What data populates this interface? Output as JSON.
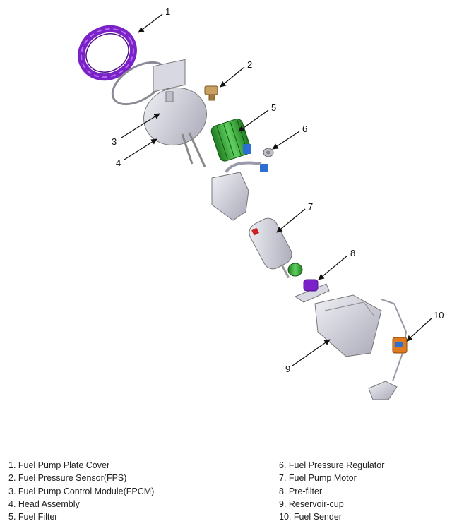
{
  "callouts": [
    "1",
    "2",
    "3",
    "4",
    "5",
    "6",
    "7",
    "8",
    "9",
    "10"
  ],
  "legend_left": [
    "1. Fuel Pump Plate Cover",
    "2. Fuel Pressure Sensor(FPS)",
    "3. Fuel Pump Control Module(FPCM)",
    "4. Head Assembly",
    "5. Fuel Filter"
  ],
  "legend_right": [
    "6. Fuel Pressure Regulator",
    "7. Fuel Pump Motor",
    "8. Pre-filter",
    "9. Reservoir-cup",
    "10. Fuel Sender"
  ],
  "colors": {
    "plate_cover": "#7a22c8",
    "fuel_filter": "#2e9e2e",
    "blue_fitting": "#2a6fd1",
    "sensor_brass": "#c8a060",
    "housing_gray": "#d8d8e2",
    "sender_orange": "#e07a20"
  }
}
